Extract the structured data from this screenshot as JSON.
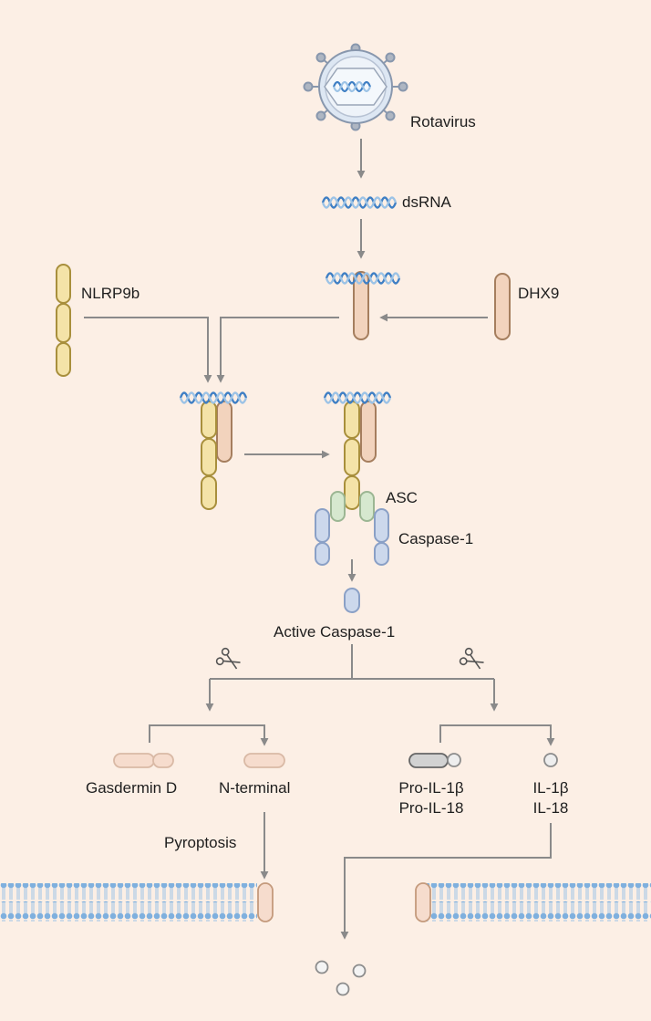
{
  "labels": {
    "rotavirus": "Rotavirus",
    "dsrna": "dsRNA",
    "nlrp9b": "NLRP9b",
    "dhx9": "DHX9",
    "asc": "ASC",
    "caspase1": "Caspase-1",
    "active_caspase1": "Active Caspase-1",
    "gasdermin_d": "Gasdermin D",
    "n_terminal": "N-terminal",
    "pro_il_1b": "Pro-IL-1β",
    "pro_il_18": "Pro-IL-18",
    "il_1b": "IL-1β",
    "il_18": "IL-18",
    "pyroptosis": "Pyroptosis"
  },
  "colors": {
    "background": "#fcefe5",
    "arrow": "#8a8a8a",
    "nlrp9b_fill": "#f4e3a8",
    "nlrp9b_stroke": "#a88f3c",
    "dhx9_fill": "#f2d3bd",
    "dhx9_stroke": "#a57e5e",
    "asc_fill": "#d6e8cf",
    "asc_stroke": "#9cb693",
    "caspase_fill": "#ccd8ec",
    "caspase_stroke": "#8aa0c6",
    "rna": "#3f7fc4",
    "membrane": "#7fb0de",
    "virus_fill": "#dde7f3",
    "virus_stroke": "#8897ad"
  }
}
